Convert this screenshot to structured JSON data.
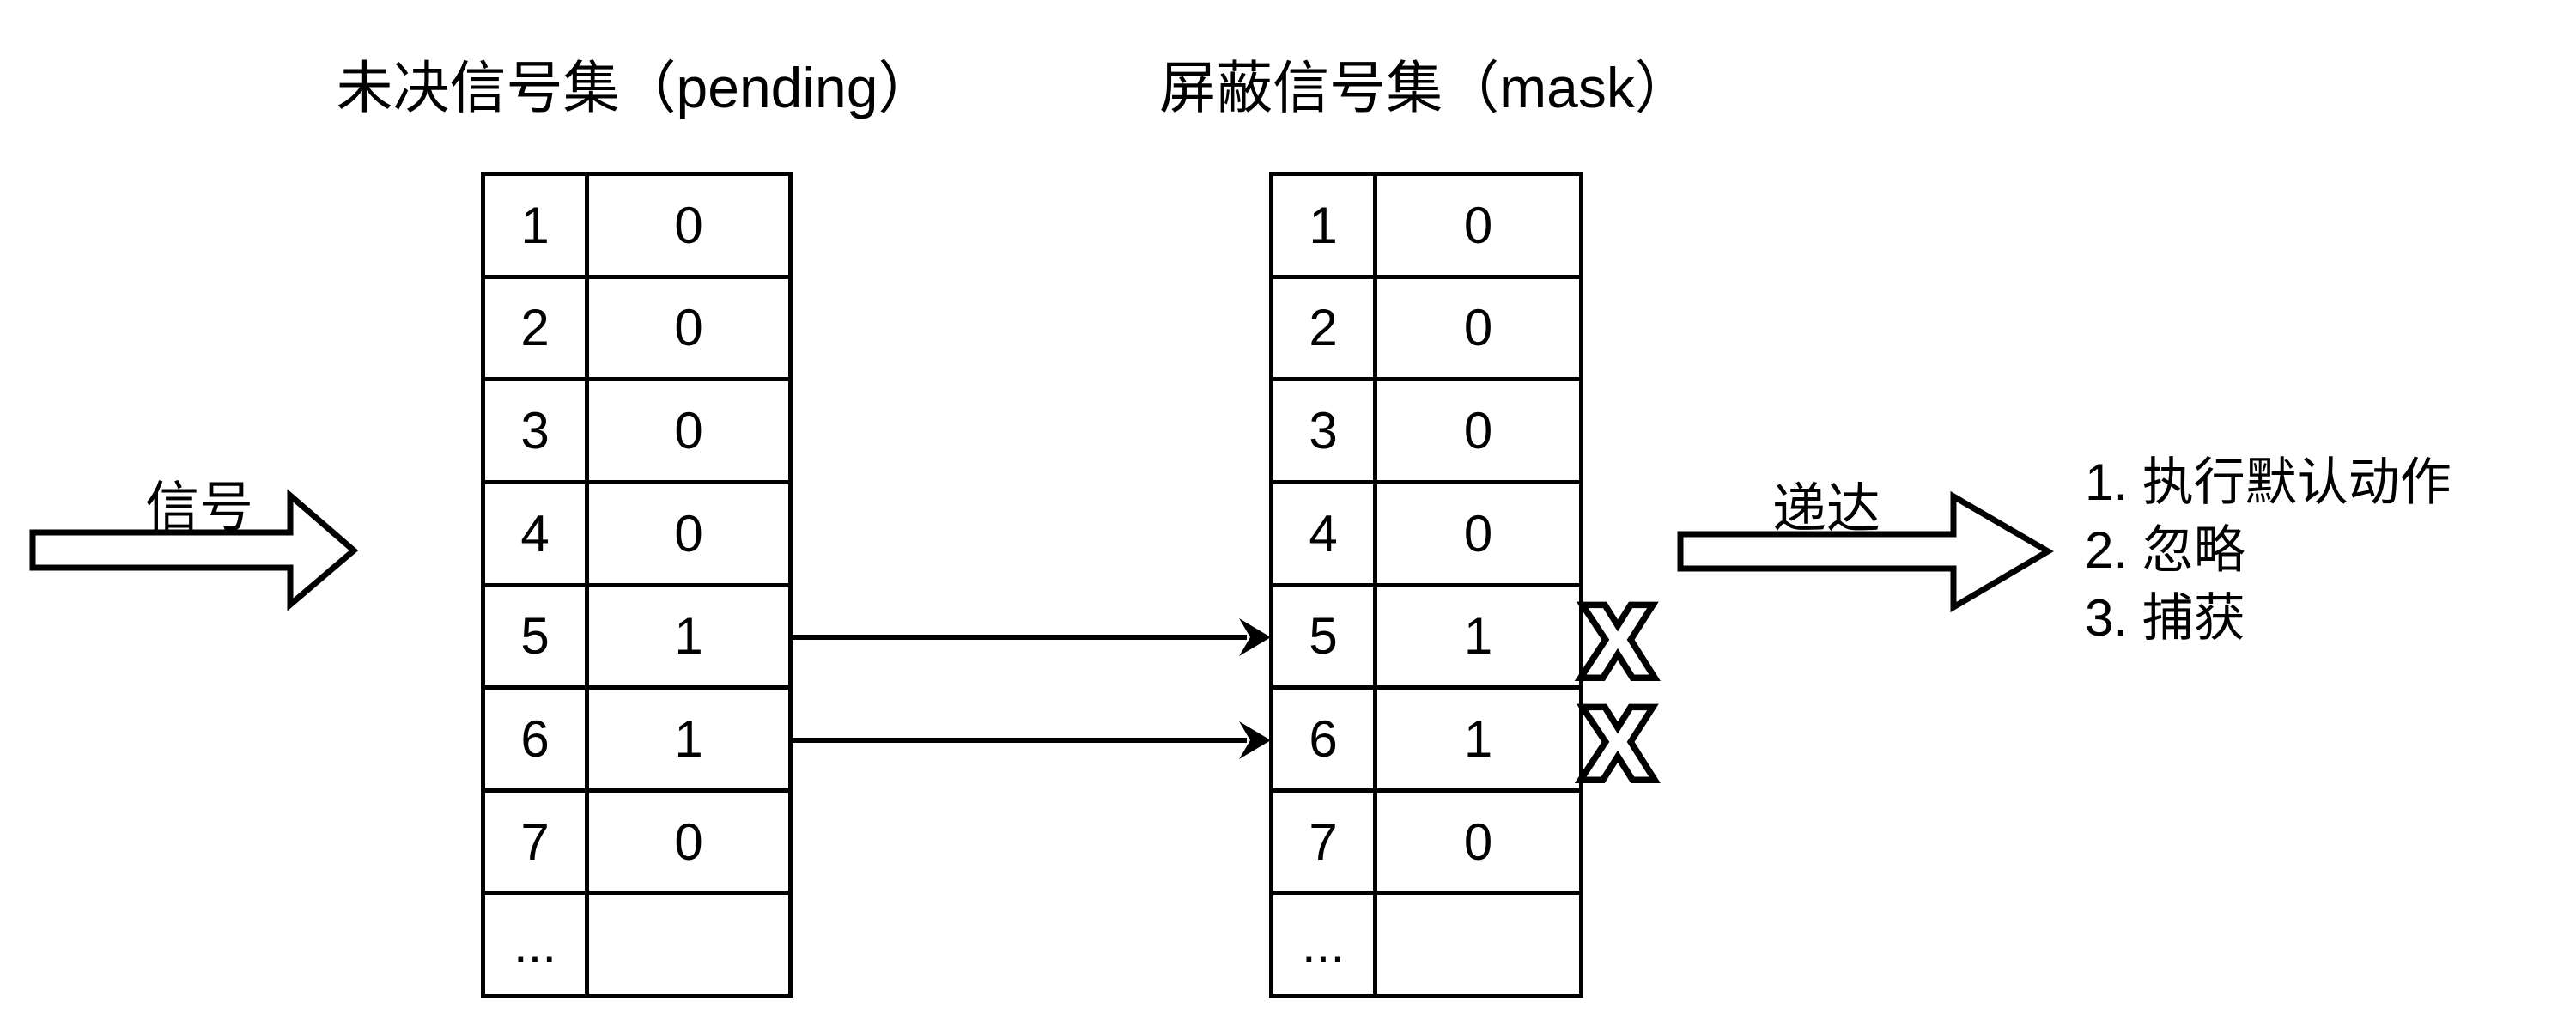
{
  "diagram": {
    "colors": {
      "background": "#ffffff",
      "stroke": "#000000"
    },
    "pending": {
      "title": "未决信号集（pending）",
      "rows": [
        {
          "signal": "1",
          "value": "0"
        },
        {
          "signal": "2",
          "value": "0"
        },
        {
          "signal": "3",
          "value": "0"
        },
        {
          "signal": "4",
          "value": "0"
        },
        {
          "signal": "5",
          "value": "1"
        },
        {
          "signal": "6",
          "value": "1"
        },
        {
          "signal": "7",
          "value": "0"
        },
        {
          "signal": "...",
          "value": ""
        }
      ]
    },
    "mask": {
      "title": "屏蔽信号集（mask）",
      "rows": [
        {
          "signal": "1",
          "value": "0"
        },
        {
          "signal": "2",
          "value": "0"
        },
        {
          "signal": "3",
          "value": "0"
        },
        {
          "signal": "4",
          "value": "0"
        },
        {
          "signal": "5",
          "value": "1"
        },
        {
          "signal": "6",
          "value": "1"
        },
        {
          "signal": "7",
          "value": "0"
        },
        {
          "signal": "...",
          "value": ""
        }
      ]
    },
    "signal_arrow_label": "信号",
    "deliver_arrow_label": "递达",
    "blocked_mark": "X",
    "outcomes": [
      "1. 执行默认动作",
      "2. 忽略",
      "3. 捕获"
    ]
  }
}
